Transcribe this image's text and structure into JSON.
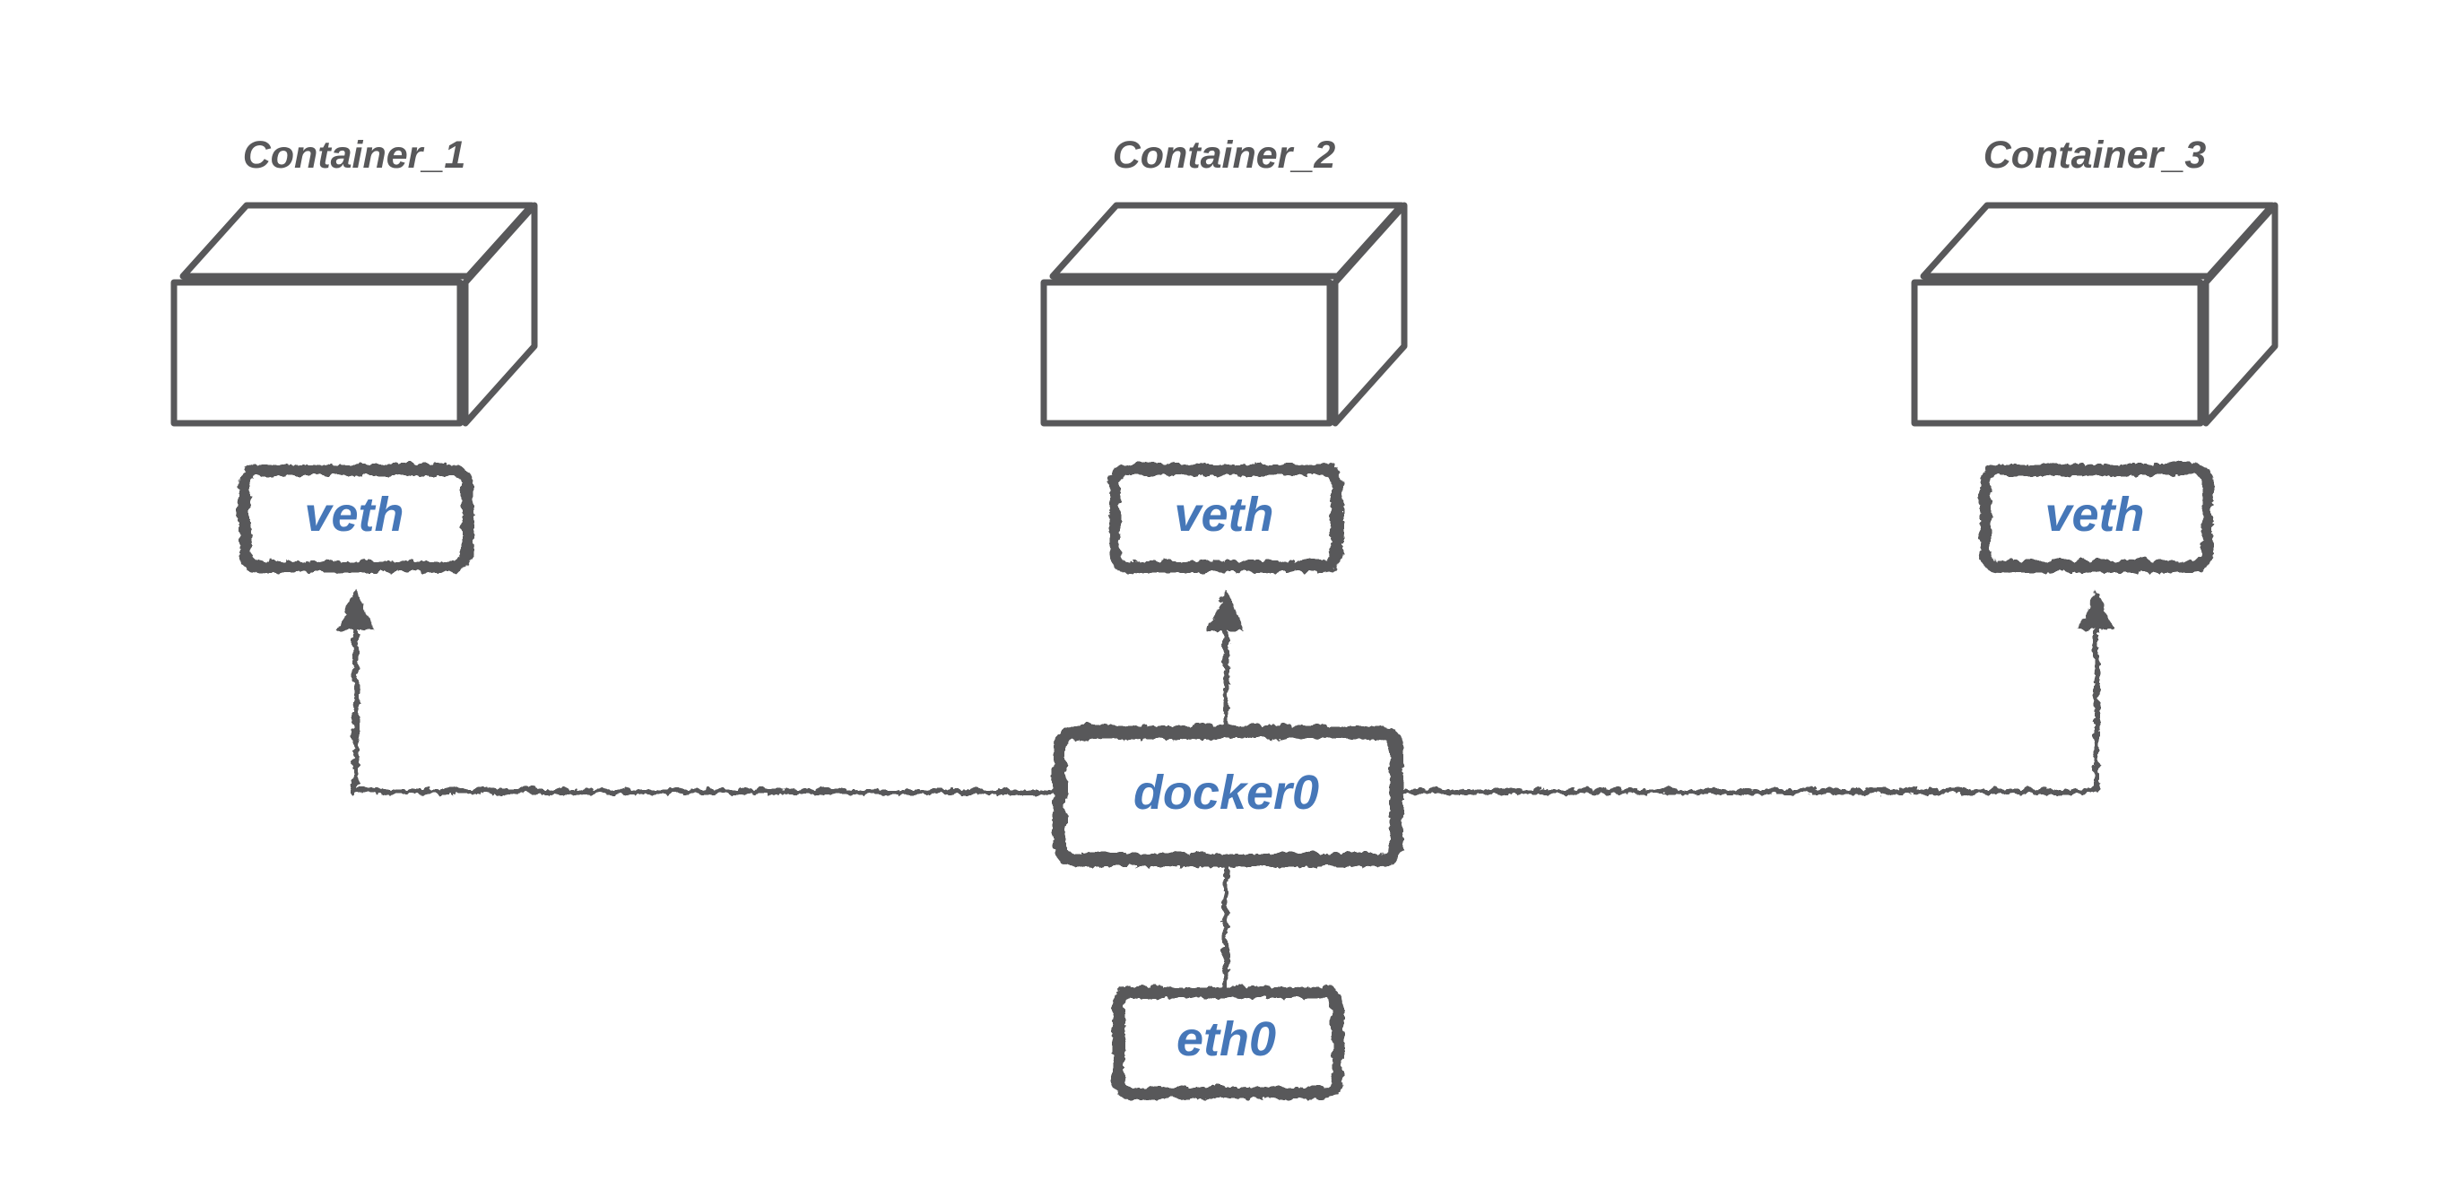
{
  "colors": {
    "ink": "#58585a",
    "accent": "#4677b8",
    "background": "#ffffff"
  },
  "containers": [
    {
      "title": "Container_1",
      "iface": "veth"
    },
    {
      "title": "Container_2",
      "iface": "veth"
    },
    {
      "title": "Container_3",
      "iface": "veth"
    }
  ],
  "bridge": {
    "label": "docker0"
  },
  "host": {
    "label": "eth0"
  },
  "edges": [
    {
      "from": "docker0",
      "to": "Container_1 veth",
      "style": "arrow"
    },
    {
      "from": "docker0",
      "to": "Container_2 veth",
      "style": "arrow"
    },
    {
      "from": "docker0",
      "to": "Container_3 veth",
      "style": "arrow"
    },
    {
      "from": "docker0",
      "to": "eth0",
      "style": "plain"
    }
  ]
}
